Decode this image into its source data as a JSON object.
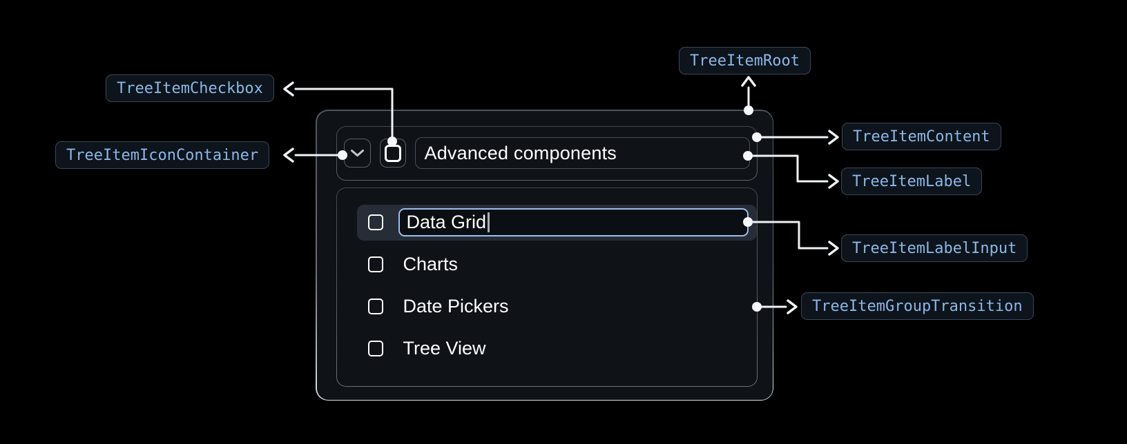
{
  "anatomy_labels": {
    "tree_item_checkbox": "TreeItemCheckbox",
    "tree_item_icon_container": "TreeItemIconContainer",
    "tree_item_root": "TreeItemRoot",
    "tree_item_content": "TreeItemContent",
    "tree_item_label": "TreeItemLabel",
    "tree_item_label_input": "TreeItemLabelInput",
    "tree_item_group_transition": "TreeItemGroupTransition"
  },
  "tree_view": {
    "parent_item": {
      "label": "Advanced components",
      "expanded": true,
      "checked": false
    },
    "editing_item": {
      "value": "Data Grid",
      "checked": false
    },
    "child_items": [
      "Charts",
      "Date Pickers",
      "Tree View"
    ]
  },
  "icons": {
    "expand_icon": "chevron-down-icon",
    "checkbox_icon": "checkbox-unchecked-icon"
  },
  "colors": {
    "page_bg": "#000000",
    "card_bg": "#0F1318",
    "row_highlight_bg": "#262D36",
    "input_focus_border": "#9CC0EE",
    "badge_bg": "#0D141B",
    "badge_border": "#3A485A",
    "badge_text": "#8CB7E9",
    "connector": "#EFF3F6",
    "text": "#FFFFFF"
  }
}
